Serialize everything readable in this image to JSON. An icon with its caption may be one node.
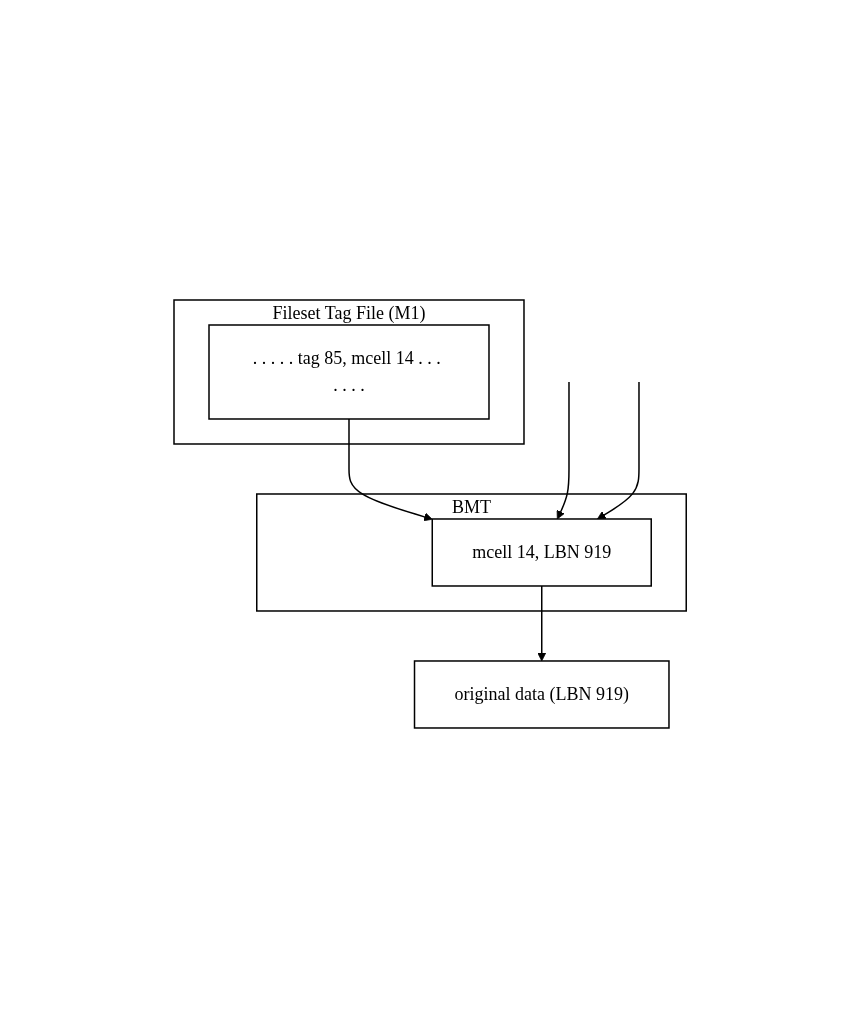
{
  "diagram": {
    "nodes": [
      {
        "text": [
          "Fileset Tag File (M1)"
        ]
      },
      {
        "text": [
          ". . . . . tag 85, mcell 14 . . . . . . ."
        ],
        "in": 0
      },
      {
        "text": [
          "BMT"
        ]
      },
      {
        "text": [
          "mcell 14, LBN 919"
        ],
        "in": 2
      },
      {
        "text": [
          "original data (LBN 919)"
        ]
      }
    ],
    "edges": [
      {
        "from": 1,
        "to": 3,
        "arrow": "to"
      },
      {
        "from": 3,
        "to": 4,
        "arrow": "to"
      },
      {
        "from": null,
        "to": 3,
        "arrow": "to"
      },
      {
        "from": null,
        "to": 3,
        "arrow": "to"
      }
    ]
  }
}
